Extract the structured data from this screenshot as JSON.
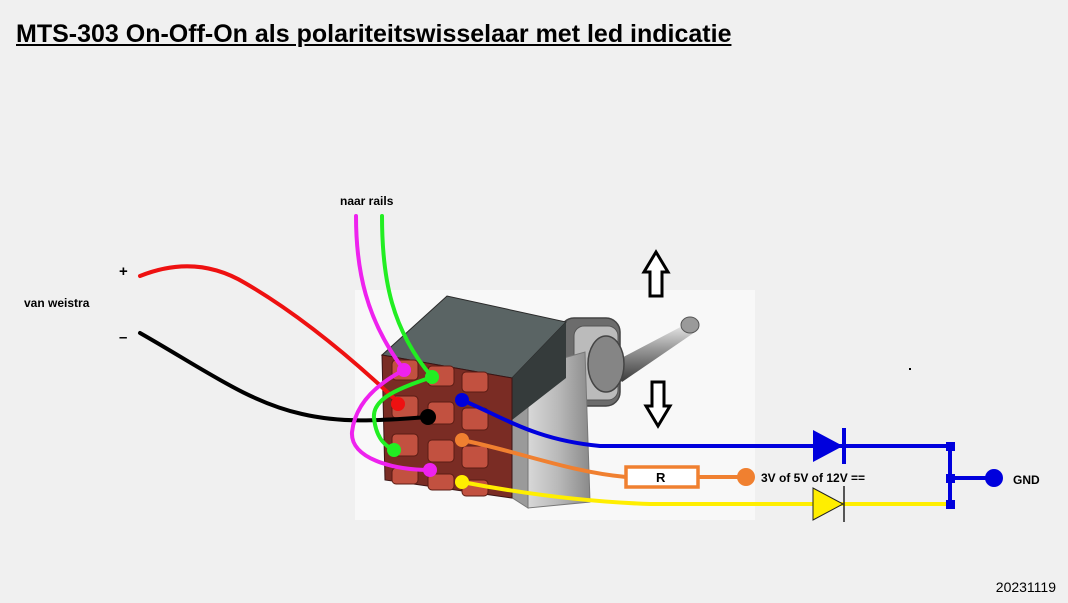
{
  "title": "MTS-303 On-Off-On als polariteitswisselaar met led indicatie",
  "labels": {
    "source": "van weistra",
    "plus": "+",
    "minus": "–",
    "rails": "naar rails",
    "resistor": "R",
    "voltage": "3V of 5V of 12V ==",
    "ground": "GND"
  },
  "date": "20231119",
  "colors": {
    "background": "#f0f0f0",
    "red": "#ee1111",
    "black": "#000000",
    "magenta": "#ee22ee",
    "green": "#22ee22",
    "blue": "#0000dd",
    "orange": "#f08030",
    "yellow": "#ffee00",
    "switch_body": "#3f4444",
    "terminals": "#b24a3a",
    "bracket": "#a8a8a8"
  },
  "icons": {
    "up": "arrow-up-icon",
    "down": "arrow-down-icon",
    "diode": "diode-icon",
    "led": "led-icon"
  }
}
